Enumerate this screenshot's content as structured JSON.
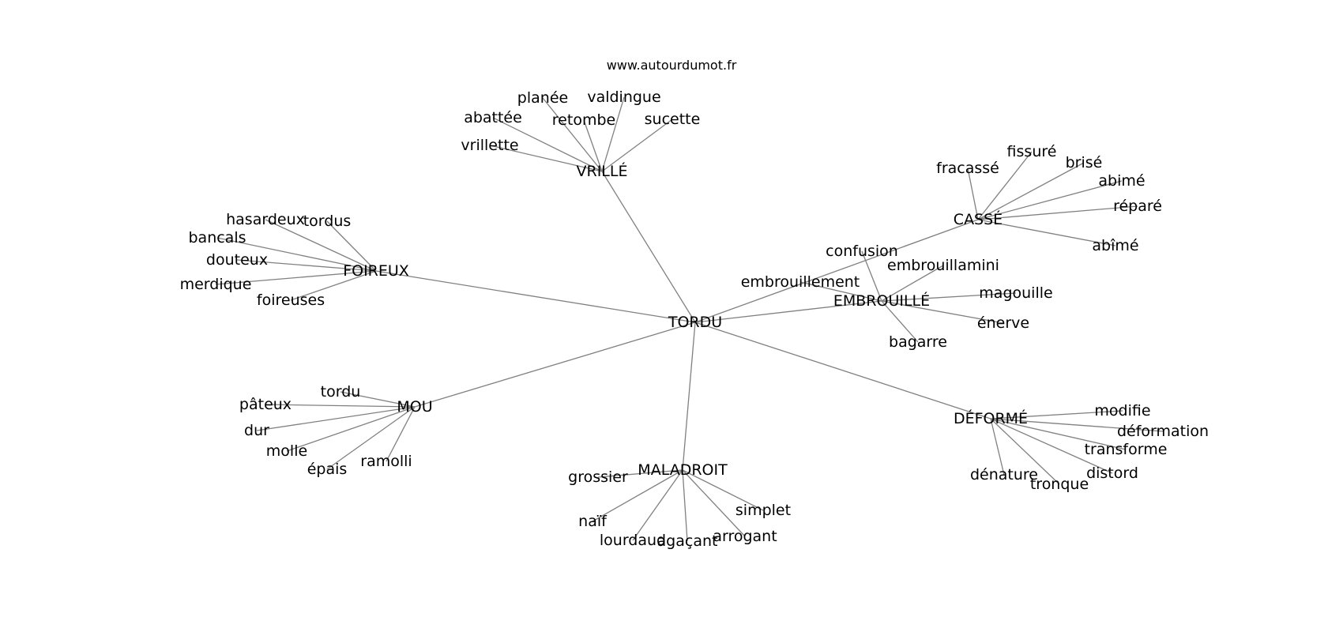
{
  "site": "www.autourdumot.fr",
  "nodes": [
    {
      "id": "tordu_center",
      "label": "TORDU"
    },
    {
      "id": "vrille",
      "label": "VRILLÉ"
    },
    {
      "id": "foireux",
      "label": "FOIREUX"
    },
    {
      "id": "mou",
      "label": "MOU"
    },
    {
      "id": "maladroit",
      "label": "MALADROIT"
    },
    {
      "id": "deforme",
      "label": "DÉFORMÉ"
    },
    {
      "id": "embrouille",
      "label": "EMBROUILLÉ"
    },
    {
      "id": "casse",
      "label": "CASSÉ"
    },
    {
      "id": "embrouillement",
      "label": "embrouillement"
    },
    {
      "id": "confusion",
      "label": "confusion"
    },
    {
      "id": "plane",
      "label": "planée"
    },
    {
      "id": "valdingue",
      "label": "valdingue"
    },
    {
      "id": "abattee",
      "label": "abattée"
    },
    {
      "id": "retombe",
      "label": "retombe"
    },
    {
      "id": "sucette",
      "label": "sucette"
    },
    {
      "id": "vrillette",
      "label": "vrillette"
    },
    {
      "id": "hasardeux",
      "label": "hasardeux"
    },
    {
      "id": "tordus",
      "label": "tordus"
    },
    {
      "id": "bancals",
      "label": "bancals"
    },
    {
      "id": "douteux",
      "label": "douteux"
    },
    {
      "id": "merdique",
      "label": "merdique"
    },
    {
      "id": "foireuses",
      "label": "foireuses"
    },
    {
      "id": "tordu_small",
      "label": "tordu"
    },
    {
      "id": "pateux",
      "label": "pâteux"
    },
    {
      "id": "dur",
      "label": "dur"
    },
    {
      "id": "molle",
      "label": "molle"
    },
    {
      "id": "epais",
      "label": "épais"
    },
    {
      "id": "ramolli",
      "label": "ramolli"
    },
    {
      "id": "grossier",
      "label": "grossier"
    },
    {
      "id": "naif",
      "label": "naïf"
    },
    {
      "id": "lourdaud",
      "label": "lourdaud"
    },
    {
      "id": "agacant",
      "label": "agaçant"
    },
    {
      "id": "arrogant",
      "label": "arrogant"
    },
    {
      "id": "simplet",
      "label": "simplet"
    },
    {
      "id": "modifie",
      "label": "modifie"
    },
    {
      "id": "deformation",
      "label": "déformation"
    },
    {
      "id": "transforme",
      "label": "transforme"
    },
    {
      "id": "distord",
      "label": "distord"
    },
    {
      "id": "denature",
      "label": "dénature"
    },
    {
      "id": "tronque",
      "label": "tronque"
    },
    {
      "id": "embrouillamini",
      "label": "embrouillamini"
    },
    {
      "id": "magouille",
      "label": "magouille"
    },
    {
      "id": "enerve",
      "label": "énerve"
    },
    {
      "id": "bagarre",
      "label": "bagarre"
    },
    {
      "id": "fracasse",
      "label": "fracassé"
    },
    {
      "id": "fissure",
      "label": "fissuré"
    },
    {
      "id": "brise",
      "label": "brisé"
    },
    {
      "id": "abime1",
      "label": "abimé"
    },
    {
      "id": "repare",
      "label": "réparé"
    },
    {
      "id": "abime2",
      "label": "abîmé"
    }
  ],
  "edges": [
    [
      "tordu_center",
      "vrille"
    ],
    [
      "tordu_center",
      "foireux"
    ],
    [
      "tordu_center",
      "mou"
    ],
    [
      "tordu_center",
      "maladroit"
    ],
    [
      "tordu_center",
      "deforme"
    ],
    [
      "tordu_center",
      "embrouille"
    ],
    [
      "tordu_center",
      "casse"
    ],
    [
      "vrille",
      "plane"
    ],
    [
      "vrille",
      "valdingue"
    ],
    [
      "vrille",
      "abattee"
    ],
    [
      "vrille",
      "retombe"
    ],
    [
      "vrille",
      "sucette"
    ],
    [
      "vrille",
      "vrillette"
    ],
    [
      "foireux",
      "hasardeux"
    ],
    [
      "foireux",
      "tordus"
    ],
    [
      "foireux",
      "bancals"
    ],
    [
      "foireux",
      "douteux"
    ],
    [
      "foireux",
      "merdique"
    ],
    [
      "foireux",
      "foireuses"
    ],
    [
      "mou",
      "tordu_small"
    ],
    [
      "mou",
      "pateux"
    ],
    [
      "mou",
      "dur"
    ],
    [
      "mou",
      "molle"
    ],
    [
      "mou",
      "epais"
    ],
    [
      "mou",
      "ramolli"
    ],
    [
      "maladroit",
      "grossier"
    ],
    [
      "maladroit",
      "naif"
    ],
    [
      "maladroit",
      "lourdaud"
    ],
    [
      "maladroit",
      "agacant"
    ],
    [
      "maladroit",
      "arrogant"
    ],
    [
      "maladroit",
      "simplet"
    ],
    [
      "deforme",
      "modifie"
    ],
    [
      "deforme",
      "deformation"
    ],
    [
      "deforme",
      "transforme"
    ],
    [
      "deforme",
      "distord"
    ],
    [
      "deforme",
      "denature"
    ],
    [
      "deforme",
      "tronque"
    ],
    [
      "embrouille",
      "embrouillement"
    ],
    [
      "embrouille",
      "confusion"
    ],
    [
      "embrouille",
      "embrouillamini"
    ],
    [
      "embrouille",
      "magouille"
    ],
    [
      "embrouille",
      "enerve"
    ],
    [
      "embrouille",
      "bagarre"
    ],
    [
      "casse",
      "fracasse"
    ],
    [
      "casse",
      "fissure"
    ],
    [
      "casse",
      "brise"
    ],
    [
      "casse",
      "abime1"
    ],
    [
      "casse",
      "repare"
    ],
    [
      "casse",
      "abime2"
    ]
  ]
}
